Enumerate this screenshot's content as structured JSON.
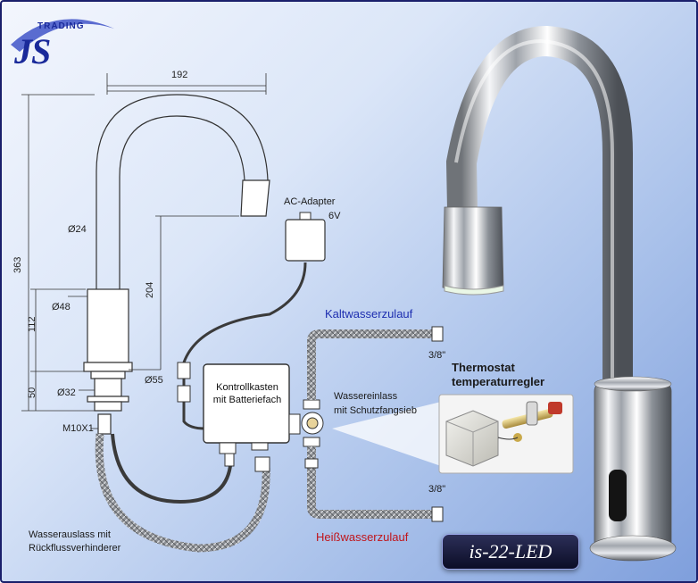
{
  "logo": {
    "text": "JS",
    "subtext": "TRADING"
  },
  "model_badge": "is-22-LED",
  "dimensions": {
    "width_top": "192",
    "total_height": "363",
    "spout_height": "204",
    "body_height": "112",
    "base_height": "50",
    "dia_spout": "Ø24",
    "dia_body": "Ø48",
    "dia_base": "Ø55",
    "dia_shank": "Ø32",
    "thread": "M10X1"
  },
  "labels": {
    "adapter_line1": "AC-Adapter",
    "adapter_line2": "6V",
    "control_box_line1": "Kontrollkasten",
    "control_box_line2": "mit Batteriefach",
    "cold_supply": "Kaltwasserzulauf",
    "hot_supply": "Heißwasserzulauf",
    "size_cold": "3/8\"",
    "size_hot": "3/8\"",
    "inlet_line1": "Wassereinlass",
    "inlet_line2": "mit Schutzfangsieb",
    "thermostat_line1": "Thermostat",
    "thermostat_line2": "temperaturregler",
    "outlet_line1": "Wasserauslass mit",
    "outlet_line2": "Rückflussverhinderer"
  },
  "colors": {
    "cold": "#1e2fb0",
    "hot": "#c0151b",
    "brand": "#1a2a9a"
  }
}
